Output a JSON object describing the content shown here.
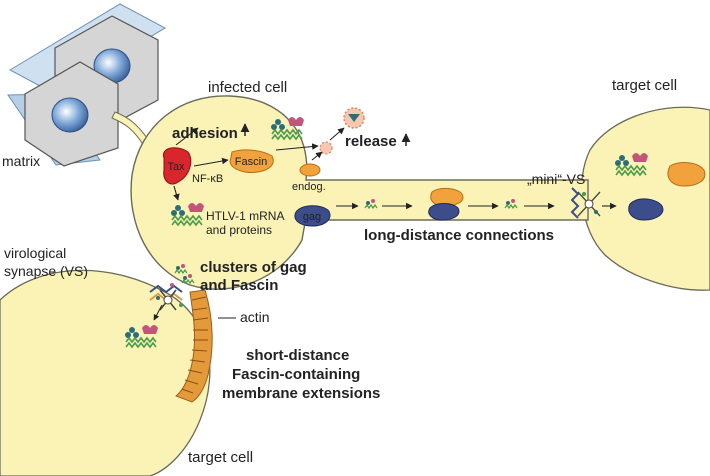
{
  "labels": {
    "matrix": "matrix",
    "infected_cell": "infected cell",
    "target_cell_top": "target cell",
    "target_cell_bottom": "target cell",
    "adhesion": "adhesion",
    "release": "release",
    "tax": "Tax",
    "nfkb": "NF-κB",
    "fascin": "Fascin",
    "endog": "endog.",
    "htlv_line1": "HTLV-1 mRNA",
    "htlv_line2": "and proteins",
    "gag": "gag",
    "mini_vs": "„mini“-VS",
    "long_distance": "long-distance connections",
    "vs_line1": "virological",
    "vs_line2": "synapse (VS)",
    "clusters_line1": "clusters of gag",
    "clusters_line2": "and Fascin",
    "actin": "actin",
    "short_line1": "short-distance",
    "short_line2": "Fascin-containing",
    "short_line3": "membrane extensions"
  },
  "colors": {
    "cell_fill": "#fbf3b6",
    "cell_stroke": "#6b6b5a",
    "tax_red": "#d8262c",
    "fascin_orange": "#f2a23c",
    "gag_blue": "#3d4d8c",
    "actin_orange": "#e49a3a",
    "virus_green": "#4a9a4a",
    "virus_teal": "#2a6e7a",
    "virus_pink": "#c3557a",
    "matrix_blue": "#d9e6f2"
  }
}
